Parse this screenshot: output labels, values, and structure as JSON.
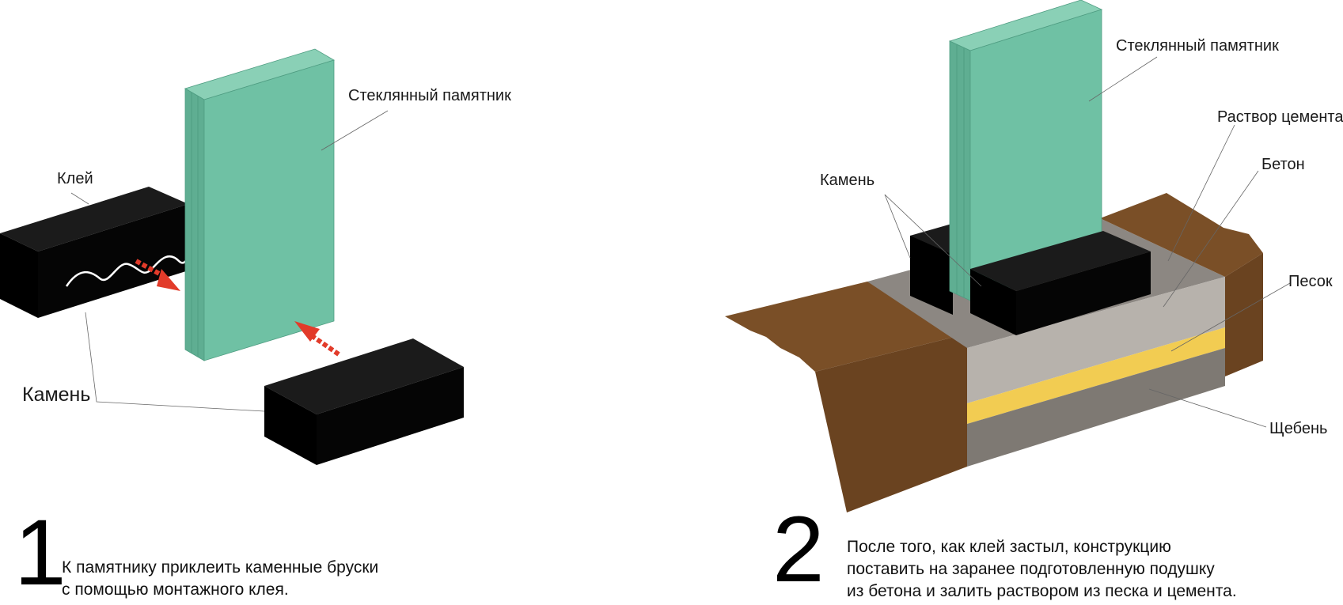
{
  "panel1": {
    "label_monument": "Стеклянный памятник",
    "label_glue": "Клей",
    "label_stone": "Камень",
    "step_number": "1",
    "step_lines": [
      "К памятнику приклеить каменные бруски",
      "с помощью монтажного клея."
    ]
  },
  "panel2": {
    "label_monument": "Стеклянный памятник",
    "label_cement_mortar": "Раствор цемента",
    "label_concrete": "Бетон",
    "label_stone": "Камень",
    "label_sand": "Песок",
    "label_gravel": "Щебень",
    "step_number": "2",
    "step_lines": [
      "После того, как клей застыл, конструкцию",
      "поставить на заранее подготовленную подушку",
      "из бетона и залить раствором из песка и цемента."
    ]
  },
  "colors": {
    "glass": "#6fc1a4",
    "glass_edge": "#4f9d82",
    "stone": "#050505",
    "soil": "#7a4f27",
    "mortar": "#8c8782",
    "concrete": "#b7b2ac",
    "sand": "#f2cc52",
    "gravel": "#7e7973",
    "arrow": "#e23b2a"
  }
}
